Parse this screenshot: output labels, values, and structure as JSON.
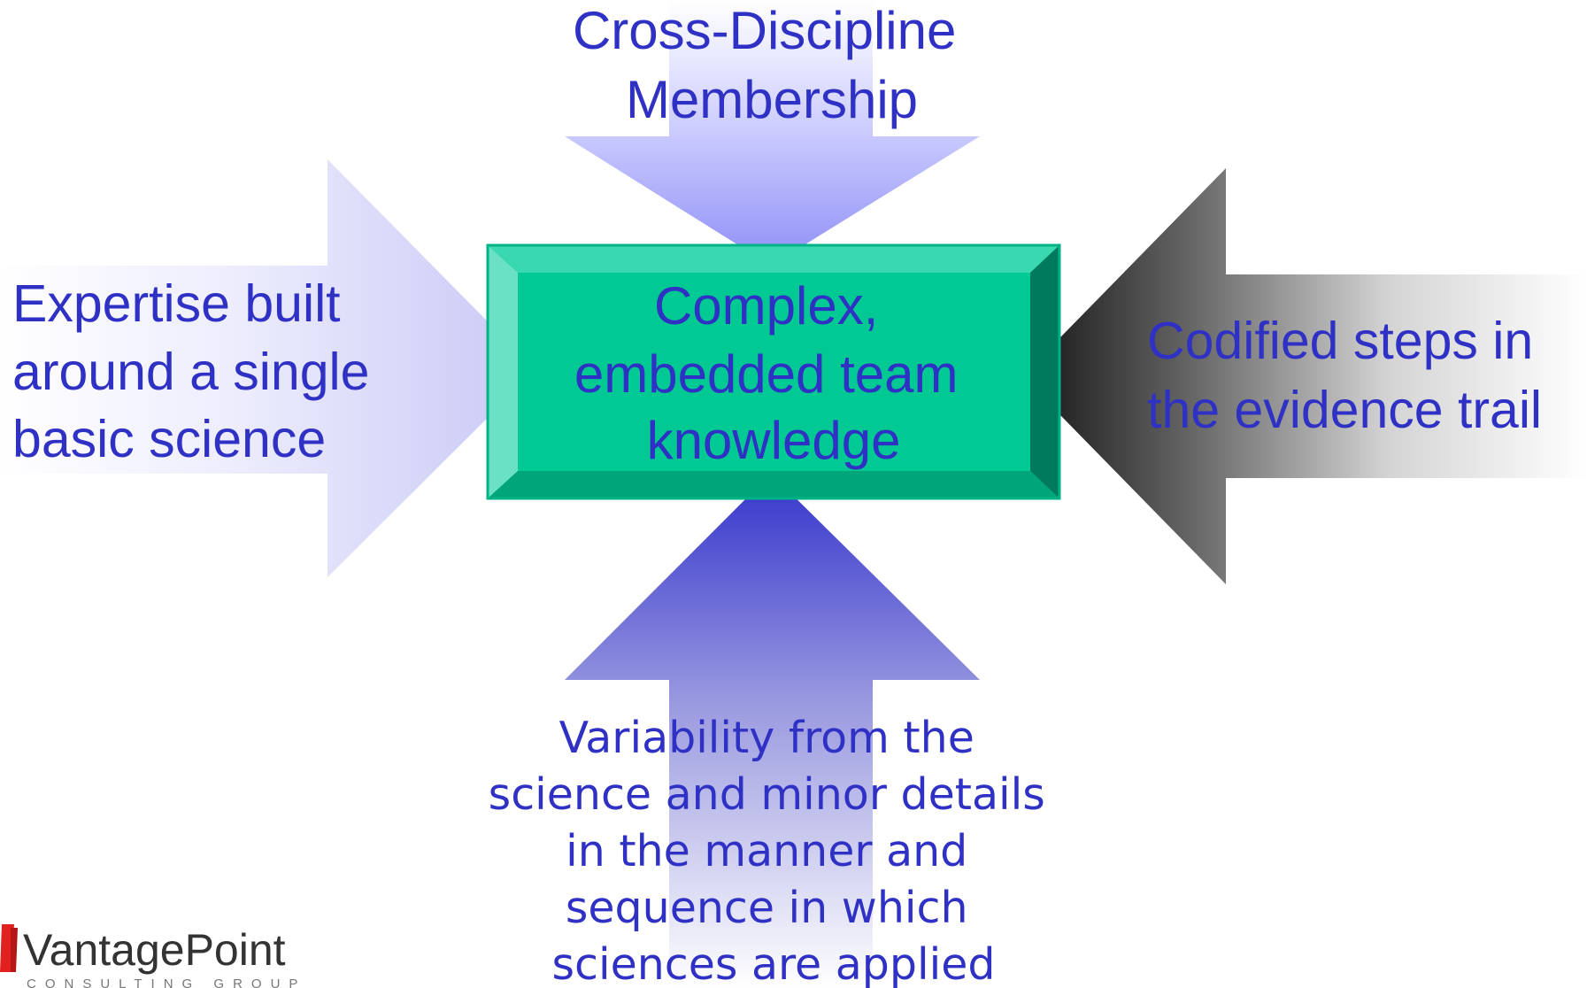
{
  "center": {
    "lines": [
      "Complex,",
      "embedded team",
      "knowledge"
    ]
  },
  "top_arrow": {
    "lines": [
      "Cross-Discipline",
      "Membership"
    ]
  },
  "left_arrow": {
    "lines": [
      "Expertise built",
      "around a single",
      "basic science"
    ]
  },
  "right_arrow": {
    "lines": [
      "Codified steps in",
      "the evidence trail"
    ]
  },
  "bottom_arrow": {
    "lines": [
      "Variability from the",
      "science and minor details",
      "in the manner and",
      "sequence in which",
      "sciences are applied"
    ]
  },
  "logo": {
    "name": "VantagePoint",
    "tagline": "CONSULTING GROUP",
    "mark_icon": "red-triangle-icon"
  },
  "colors": {
    "text": "#2f31c4",
    "center_fill": "#00c994",
    "top_arrow": "#9999ff",
    "left_arrow": "#d6d6fa",
    "right_arrow_dark": "#1a1a1a",
    "bottom_arrow": "#3a3ad0"
  }
}
